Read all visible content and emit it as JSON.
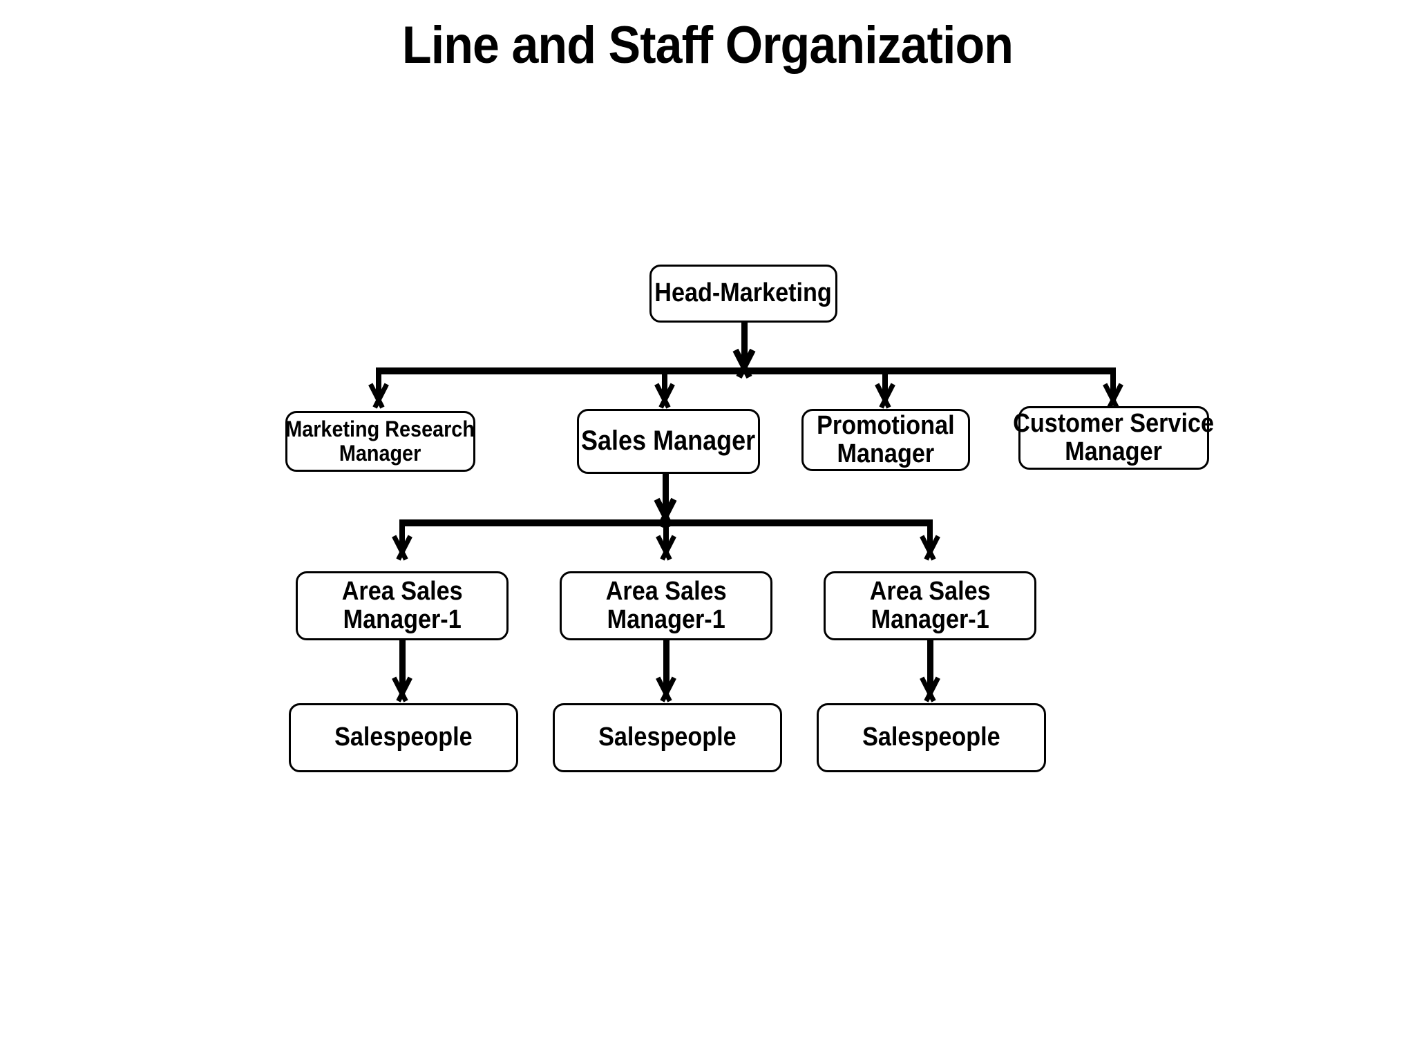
{
  "page": {
    "title": "Line and Staff Organization",
    "background_color": "#ffffff",
    "line_color": "#000000",
    "text_color": "#000000"
  },
  "chart_data": {
    "type": "diagram",
    "diagram_kind": "organization-chart",
    "title": "Line and Staff Organization",
    "orientation": "top-down",
    "levels": 4,
    "nodes": [
      {
        "id": "head-marketing",
        "label": "Head-Marketing",
        "level": 1
      },
      {
        "id": "marketing-research-mgr",
        "label": "Marketing Research Manager",
        "level": 2
      },
      {
        "id": "sales-manager",
        "label": "Sales Manager",
        "level": 2
      },
      {
        "id": "promotional-manager",
        "label": "Promotional Manager",
        "level": 2
      },
      {
        "id": "customer-service-mgr",
        "label": "Customer Service Manager",
        "level": 2
      },
      {
        "id": "area-sales-manager-1",
        "label": "Area Sales Manager-1",
        "level": 3
      },
      {
        "id": "area-sales-manager-2",
        "label": "Area Sales Manager-1",
        "level": 3
      },
      {
        "id": "area-sales-manager-3",
        "label": "Area Sales Manager-1",
        "level": 3
      },
      {
        "id": "salespeople-1",
        "label": "Salespeople",
        "level": 4
      },
      {
        "id": "salespeople-2",
        "label": "Salespeople",
        "level": 4
      },
      {
        "id": "salespeople-3",
        "label": "Salespeople",
        "level": 4
      }
    ],
    "edges": [
      {
        "from": "head-marketing",
        "to": "marketing-research-mgr"
      },
      {
        "from": "head-marketing",
        "to": "sales-manager"
      },
      {
        "from": "head-marketing",
        "to": "promotional-manager"
      },
      {
        "from": "head-marketing",
        "to": "customer-service-mgr"
      },
      {
        "from": "sales-manager",
        "to": "area-sales-manager-1"
      },
      {
        "from": "sales-manager",
        "to": "area-sales-manager-2"
      },
      {
        "from": "sales-manager",
        "to": "area-sales-manager-3"
      },
      {
        "from": "area-sales-manager-1",
        "to": "salespeople-1"
      },
      {
        "from": "area-sales-manager-2",
        "to": "salespeople-2"
      },
      {
        "from": "area-sales-manager-3",
        "to": "salespeople-3"
      }
    ]
  },
  "nodes": {
    "head_marketing": {
      "label": "Head-Marketing"
    },
    "marketing_research": {
      "label_line1": "Marketing Research",
      "label_line2": "Manager"
    },
    "sales_manager": {
      "label": "Sales Manager"
    },
    "promotional_manager": {
      "label_line1": "Promotional",
      "label_line2": "Manager"
    },
    "customer_service": {
      "label_line1": "Customer Service",
      "label_line2": "Manager"
    },
    "area_sales_1": {
      "label_line1": "Area Sales",
      "label_line2": "Manager-1"
    },
    "area_sales_2": {
      "label_line1": "Area Sales",
      "label_line2": "Manager-1"
    },
    "area_sales_3": {
      "label_line1": "Area Sales",
      "label_line2": "Manager-1"
    },
    "salespeople_1": {
      "label": "Salespeople"
    },
    "salespeople_2": {
      "label": "Salespeople"
    },
    "salespeople_3": {
      "label": "Salespeople"
    }
  }
}
